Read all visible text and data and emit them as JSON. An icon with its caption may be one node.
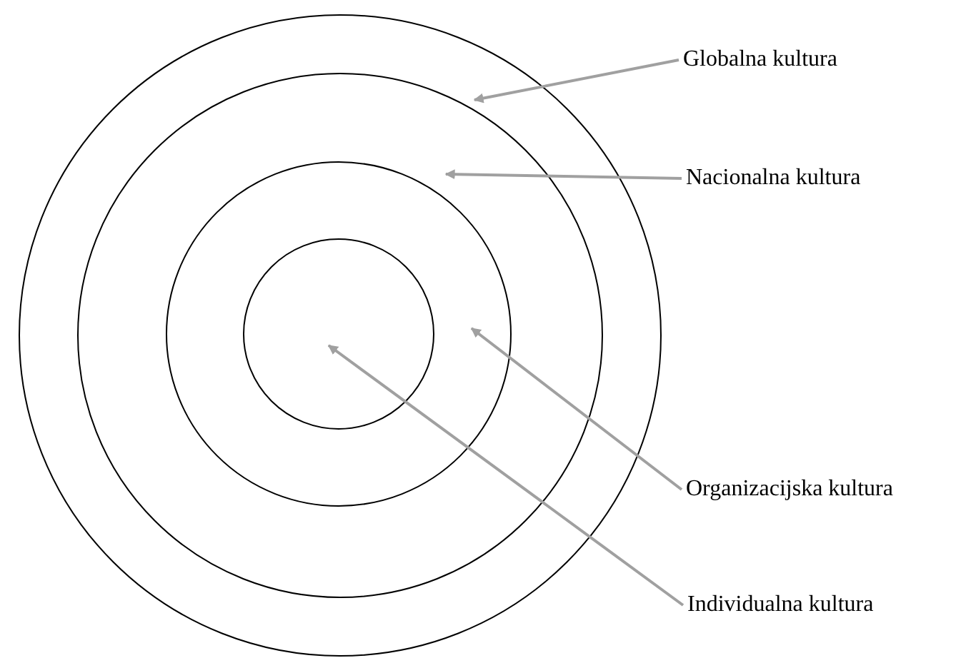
{
  "diagram": {
    "nodes": [
      {
        "text": [],
        "shape": "circle"
      },
      {
        "text": [],
        "shape": "circle",
        "in": 0
      },
      {
        "text": [],
        "shape": "circle",
        "in": 1
      },
      {
        "text": [],
        "shape": "circle",
        "in": 2
      },
      {
        "text": [
          "Globalna kultura"
        ]
      },
      {
        "text": [
          "Nacionalna kultura"
        ]
      },
      {
        "text": [
          "Organizacijska kultura"
        ]
      },
      {
        "text": [
          "Individualna kultura"
        ]
      }
    ],
    "edges": [
      {
        "from": 4,
        "to": 0,
        "arrow": "to"
      },
      {
        "from": 5,
        "to": 1,
        "arrow": "to"
      },
      {
        "from": 6,
        "to": 2,
        "arrow": "to"
      },
      {
        "from": 7,
        "to": 3,
        "arrow": "to"
      }
    ]
  }
}
